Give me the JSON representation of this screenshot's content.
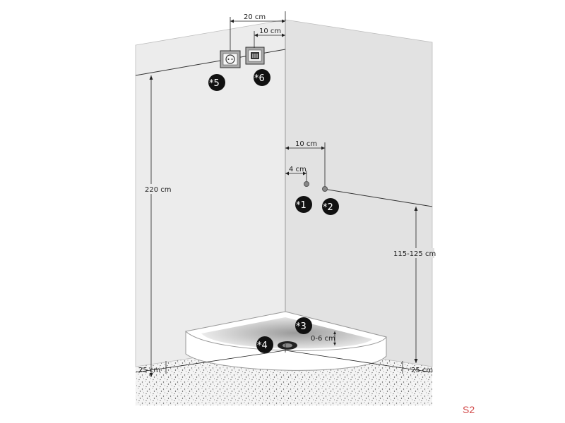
{
  "dimensions": {
    "top_span": "20 cm",
    "top_inner": "10 cm",
    "mid_span": "10 cm",
    "mid_inner": "4 cm",
    "height_left": "220 cm",
    "height_right": "115-125 cm",
    "base_left": "25 cm",
    "base_right": "25 cm",
    "tray_depth": "0-6 cm"
  },
  "markers": {
    "m1": "*1",
    "m2": "*2",
    "m3": "*3",
    "m4": "*4",
    "m5": "*5",
    "m6": "*6"
  },
  "code": "S2",
  "colors": {
    "wall_left": "#ececec",
    "wall_right": "#e2e2e2",
    "line": "#333333",
    "marker": "#111111",
    "code": "#d24a4a"
  }
}
